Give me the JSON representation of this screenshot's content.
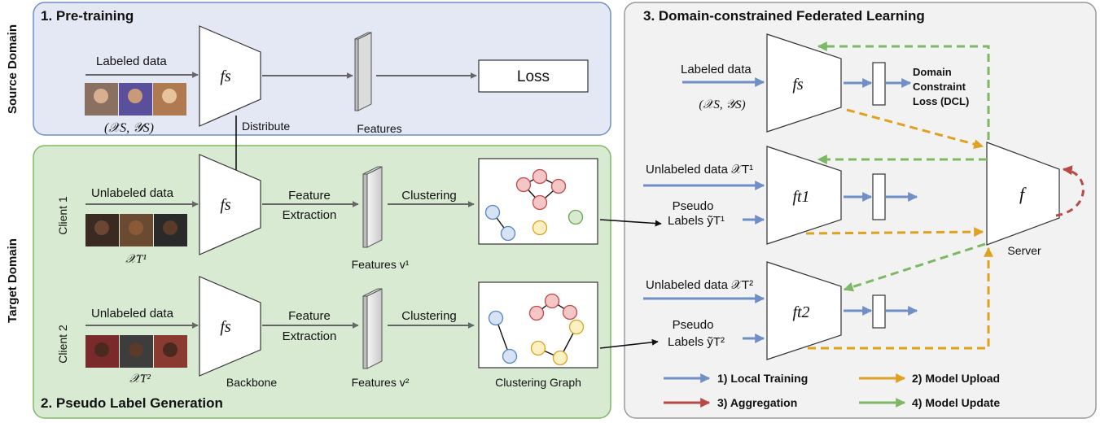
{
  "source_domain_label": "Source Domain",
  "target_domain_label": "Target Domain",
  "pretraining": {
    "title": "1. Pre-training",
    "input_label": "Labeled data",
    "input_caption": "(𝒳S, 𝒴S)",
    "model": "fs",
    "features_label": "Features",
    "loss_label": "Loss",
    "distribute_label": "Distribute"
  },
  "pseudo": {
    "title": "2. Pseudo Label Generation",
    "clients": [
      {
        "name": "Client 1",
        "input_label": "Unlabeled data",
        "data_caption": "𝒳T¹",
        "model": "fs",
        "step_label_1": "Feature",
        "step_label_2": "Extraction",
        "features_caption": "Features v¹",
        "cluster_label": "Clustering"
      },
      {
        "name": "Client 2",
        "input_label": "Unlabeled data",
        "data_caption": "𝒳T²",
        "model": "fs",
        "step_label_1": "Feature",
        "step_label_2": "Extraction",
        "features_caption": "Features v²",
        "cluster_label": "Clustering"
      }
    ],
    "backbone_label": "Backbone",
    "graph_label": "Clustering Graph"
  },
  "fed": {
    "title": "3. Domain-constrained Federated Learning",
    "source_input": "Labeled data",
    "source_caption": "(𝒳S, 𝒴S)",
    "source_model": "fs",
    "dcl_lines": [
      "Domain",
      "Constraint",
      "Loss (DCL)"
    ],
    "client1_input": "Unlabeled data 𝒳T¹",
    "client1_pseudo_1": "Pseudo",
    "client1_pseudo_2": "Labels ỹT¹",
    "client1_model": "ft1",
    "client2_input": "Unlabeled data 𝒳T²",
    "client2_pseudo_1": "Pseudo",
    "client2_pseudo_2": "Labels ỹT²",
    "client2_model": "ft2",
    "server_model": "f",
    "server_label": "Server",
    "legend": [
      {
        "label": "1) Local Training",
        "color": "#6f8fc7"
      },
      {
        "label": "2) Model Upload",
        "color": "#e0a020"
      },
      {
        "label": "3) Aggregation",
        "color": "#b84a45"
      },
      {
        "label": "4) Model Update",
        "color": "#7fb865"
      }
    ]
  },
  "colors": {
    "pretrain_bg": "#e4e8f5",
    "pretrain_border": "#6f8fc7",
    "pseudo_bg": "#d9ead3",
    "pseudo_border": "#7fb865",
    "fed_bg": "#f2f2f2",
    "fed_border": "#999999",
    "node_red_fill": "#f4c6c6",
    "node_red_stroke": "#c24a4a",
    "node_blue_fill": "#d6e3f5",
    "node_blue_stroke": "#5b84c4",
    "node_yellow_fill": "#fdf0c2",
    "node_yellow_stroke": "#d9a520",
    "node_green_fill": "#d9ead3",
    "node_green_stroke": "#6aa84f"
  }
}
